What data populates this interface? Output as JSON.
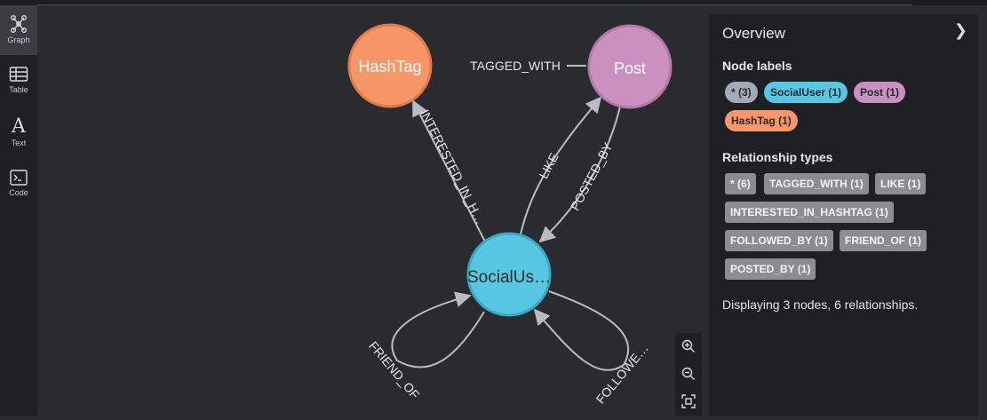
{
  "sidebar": {
    "items": [
      {
        "label": "Graph",
        "icon": "graph-icon",
        "active": true
      },
      {
        "label": "Table",
        "icon": "table-icon",
        "active": false
      },
      {
        "label": "Text",
        "icon": "text-icon",
        "active": false
      },
      {
        "label": "Code",
        "icon": "code-icon",
        "active": false
      }
    ]
  },
  "graph": {
    "nodes": [
      {
        "id": "hashtag",
        "label": "HashTag",
        "color": "#f79767"
      },
      {
        "id": "post",
        "label": "Post",
        "color": "#c990c0"
      },
      {
        "id": "socialuser",
        "label": "SocialUs…",
        "color": "#57c7e3"
      }
    ],
    "relationships": [
      {
        "label": "TAGGED_WITH",
        "from": "post",
        "to": "hashtag"
      },
      {
        "label": "INTERESTED_IN_H…",
        "from": "socialuser",
        "to": "hashtag"
      },
      {
        "label": "LIKE",
        "from": "socialuser",
        "to": "post"
      },
      {
        "label": "POSTED_BY",
        "from": "post",
        "to": "socialuser"
      },
      {
        "label": "FRIEND_OF",
        "from": "socialuser",
        "to": "socialuser"
      },
      {
        "label": "FOLLOWE…",
        "from": "socialuser",
        "to": "socialuser"
      }
    ]
  },
  "zoom": {
    "in_icon": "zoom-in-icon",
    "out_icon": "zoom-out-icon",
    "fit_icon": "fit-screen-icon"
  },
  "panel": {
    "title": "Overview",
    "collapse_icon": "chevron-right-icon",
    "node_labels_heading": "Node labels",
    "node_labels": [
      {
        "label": "* (3)",
        "color": "#a5abb6"
      },
      {
        "label": "SocialUser (1)",
        "color": "#57c7e3"
      },
      {
        "label": "Post (1)",
        "color": "#c990c0"
      },
      {
        "label": "HashTag (1)",
        "color": "#f79767"
      }
    ],
    "rel_types_heading": "Relationship types",
    "rel_types": [
      "* (6)",
      "TAGGED_WITH (1)",
      "LIKE (1)",
      "INTERESTED_IN_HASHTAG (1)",
      "FOLLOWED_BY (1)",
      "FRIEND_OF (1)",
      "POSTED_BY (1)"
    ],
    "status": "Displaying 3 nodes, 6 relationships."
  }
}
